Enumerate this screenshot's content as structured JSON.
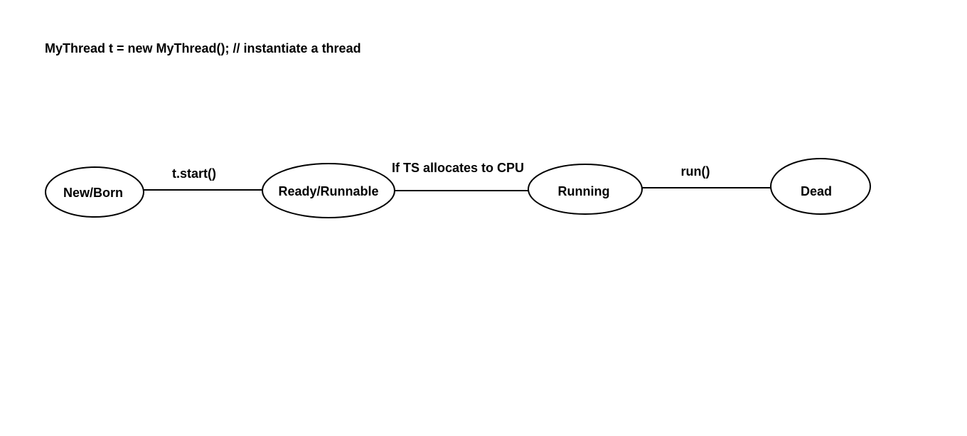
{
  "code": {
    "text": "MyThread t = new MyThread(); // instantiate a thread"
  },
  "states": {
    "new": "New/Born",
    "ready": "Ready/Runnable",
    "running": "Running",
    "dead": "Dead"
  },
  "transitions": {
    "start": "t.start()",
    "schedule": "If TS allocates to CPU",
    "run": "run()"
  }
}
